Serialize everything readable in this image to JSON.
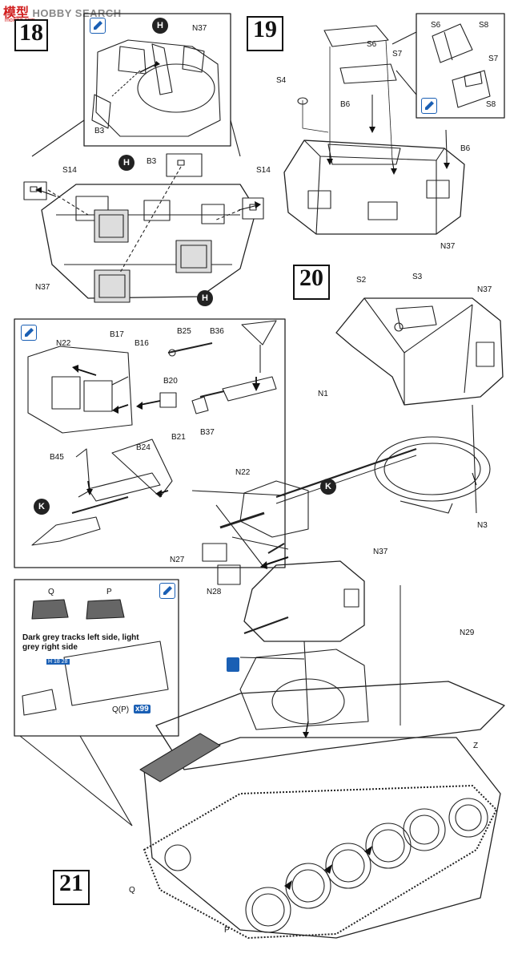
{
  "watermark": {
    "logo": "模型",
    "text": "HOBBY SEARCH",
    "url": "moxing.com"
  },
  "steps": {
    "s18": "18",
    "s19": "19",
    "s20": "20",
    "s21": "21"
  },
  "step18": {
    "inset": {
      "N37": "N37",
      "H": "H",
      "B3": "B3"
    },
    "main": {
      "S14a": "S14",
      "S14b": "S14",
      "H1": "H",
      "H2": "H",
      "B3": "B3",
      "N37": "N37"
    }
  },
  "step19": {
    "labels": {
      "S6": "S6",
      "S7": "S7",
      "S4": "S4",
      "B6a": "B6",
      "B6b": "B6",
      "N37": "N37"
    },
    "inset": {
      "S6": "S6",
      "S8a": "S8",
      "S7": "S7",
      "S8b": "S8"
    }
  },
  "step20": {
    "labels": {
      "S2": "S2",
      "S3": "S3",
      "N37": "N37",
      "N1": "N1",
      "N3": "N3",
      "N22": "N22",
      "K": "K",
      "N27": "N27",
      "N28": "N28"
    },
    "inset": {
      "N22": "N22",
      "B17": "B17",
      "B16": "B16",
      "B25": "B25",
      "B36": "B36",
      "B20": "B20",
      "B21": "B21",
      "B37": "B37",
      "B45": "B45",
      "B24": "B24",
      "K": "K"
    }
  },
  "step21": {
    "labels": {
      "N37": "N37",
      "N29": "N29",
      "Z": "Z",
      "Q": "Q",
      "P": "P"
    },
    "inset": {
      "Q": "Q",
      "P": "P",
      "note": "Dark grey tracks left side, light grey right side",
      "ref": "H 18 28",
      "qp": "Q(P)",
      "mult": "x99"
    }
  },
  "colors": {
    "accent": "#1a5fb4",
    "ink": "#111111"
  }
}
